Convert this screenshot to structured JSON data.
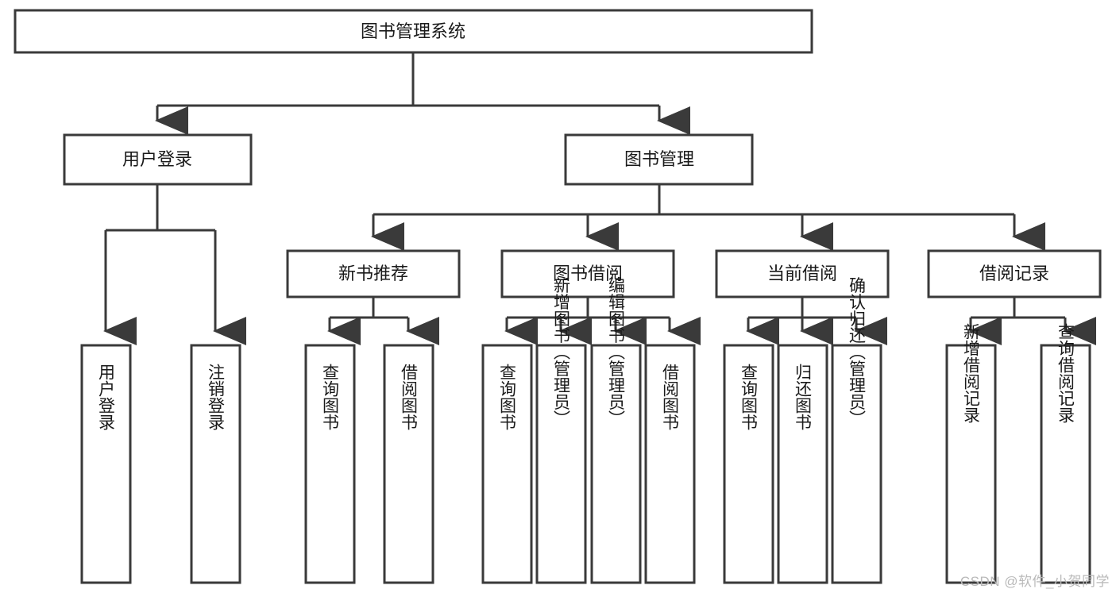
{
  "diagram": {
    "type": "tree",
    "title": "图书管理系统",
    "watermark": "CSDN @软件_小贺同学",
    "colors": {
      "stroke": "#3a3a3a",
      "fill": "#ffffff",
      "text": "#1a1a1a",
      "watermark": "#b9b9b9"
    },
    "levels": {
      "root": {
        "label": "图书管理系统"
      },
      "level2": [
        {
          "label": "用户登录"
        },
        {
          "label": "图书管理"
        }
      ],
      "level3": [
        {
          "label": "新书推荐"
        },
        {
          "label": "图书借阅"
        },
        {
          "label": "当前借阅"
        },
        {
          "label": "借阅记录"
        }
      ],
      "leaves": {
        "user_login": [
          {
            "label": "用户登录"
          },
          {
            "label": "注销登录"
          }
        ],
        "new_book": [
          {
            "label": "查询图书"
          },
          {
            "label": "借阅图书"
          }
        ],
        "borrow_book": [
          {
            "label": "查询图书"
          },
          {
            "label": "新增图书（管理员）"
          },
          {
            "label": "编辑图书（管理员）"
          },
          {
            "label": "借阅图书"
          }
        ],
        "current_borrow": [
          {
            "label": "查询图书"
          },
          {
            "label": "归还图书"
          },
          {
            "label": "确认归还（管理员）"
          }
        ],
        "borrow_record": [
          {
            "label": "新增借阅记录"
          },
          {
            "label": "查询借阅记录"
          }
        ]
      }
    }
  }
}
